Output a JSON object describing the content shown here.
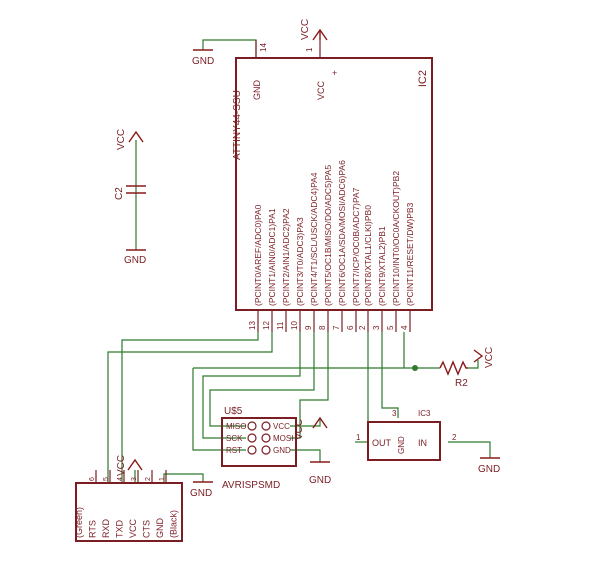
{
  "ic2": {
    "name": "IC2",
    "part": "ATTINY44-SSU",
    "gnd_label": "GND",
    "vcc_label": "VCC",
    "gnd_pin": "14",
    "vcc_pin": "1",
    "pins_a": [
      {
        "num": "13",
        "label": "(PCINT0/AREF/ADC0)PA0"
      },
      {
        "num": "12",
        "label": "(PCINT1/AIN0/ADC1)PA1"
      },
      {
        "num": "11",
        "label": "(PCINT2/AIN1/ADC2)PA2"
      },
      {
        "num": "10",
        "label": "(PCINT3/T0/ADC3)PA3"
      },
      {
        "num": "9",
        "label": "(PCINT4/T1/SCL/USCK/ADC4)PA4"
      },
      {
        "num": "8",
        "label": "(PCINT5/OC1B/MISO/DO/ADC5)PA5"
      },
      {
        "num": "7",
        "label": "(PCINT6/OC1A/SDA/MOSI/ADC6)PA6"
      },
      {
        "num": "6",
        "label": "(PCINT7/ICP/OC0B/ADC7)PA7"
      }
    ],
    "pins_b": [
      {
        "num": "2",
        "label": "(PCINT8/XTAL1/CLKI)PB0"
      },
      {
        "num": "3",
        "label": "(PCINT9/XTAL2)PB1"
      },
      {
        "num": "5",
        "label": "(PCINT10/INT0/OC0A/CKOUT)PB2"
      },
      {
        "num": "4",
        "label": "(PCINT11/RESET/DW)PB3"
      }
    ]
  },
  "supplies": {
    "vcc": "VCC",
    "gnd": "GND"
  },
  "c2": {
    "name": "C2"
  },
  "r2": {
    "name": "R2"
  },
  "us5": {
    "name": "U$5",
    "part": "AVRISPSMD",
    "left": [
      "MISO",
      "SCK",
      "RST"
    ],
    "right": [
      "VCC",
      "MOSI",
      "GND"
    ]
  },
  "ic3": {
    "name": "IC3",
    "out": "OUT",
    "in": "IN",
    "gnd": "GND",
    "pin_out": "1",
    "pin_in": "2",
    "pin_gnd": "3"
  },
  "ftdi": {
    "labels": [
      "(Green)",
      "RTS",
      "RXD",
      "TXD",
      "VCC",
      "CTS",
      "GND",
      "(Black)"
    ],
    "pin_numbers": [
      "6",
      "5",
      "4",
      "3",
      "2",
      "1"
    ]
  }
}
